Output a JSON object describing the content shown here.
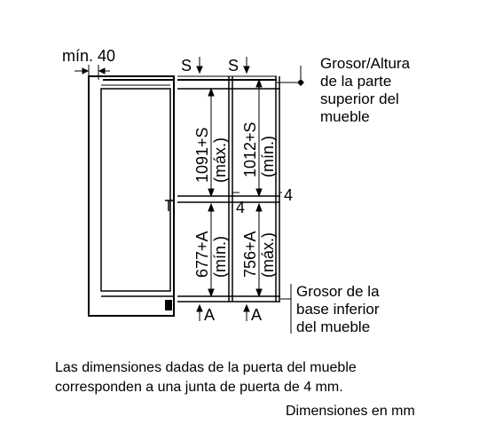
{
  "diagram": {
    "min_gap_label": "mín. 40",
    "s_label": "S",
    "a_label": "A",
    "four_label": "4",
    "dim_upper_max": "1091+S",
    "dim_upper_max_note": "(máx.)",
    "dim_upper_min": "1012+S",
    "dim_upper_min_note": "(mín.)",
    "dim_lower_min": "677+A",
    "dim_lower_min_note": "(mín.)",
    "dim_lower_max": "756+A",
    "dim_lower_max_note": "(máx.)",
    "top_callout": [
      "Grosor/Altura",
      "de la parte",
      "superior del",
      "mueble"
    ],
    "bottom_callout": [
      "Grosor de la",
      "base inferior",
      "del mueble"
    ]
  },
  "footer": {
    "note_lines": [
      "Las dimensiones dadas de la puerta del mueble",
      "corresponden a una junta de puerta de 4 mm."
    ],
    "units": "Dimensiones en mm"
  }
}
